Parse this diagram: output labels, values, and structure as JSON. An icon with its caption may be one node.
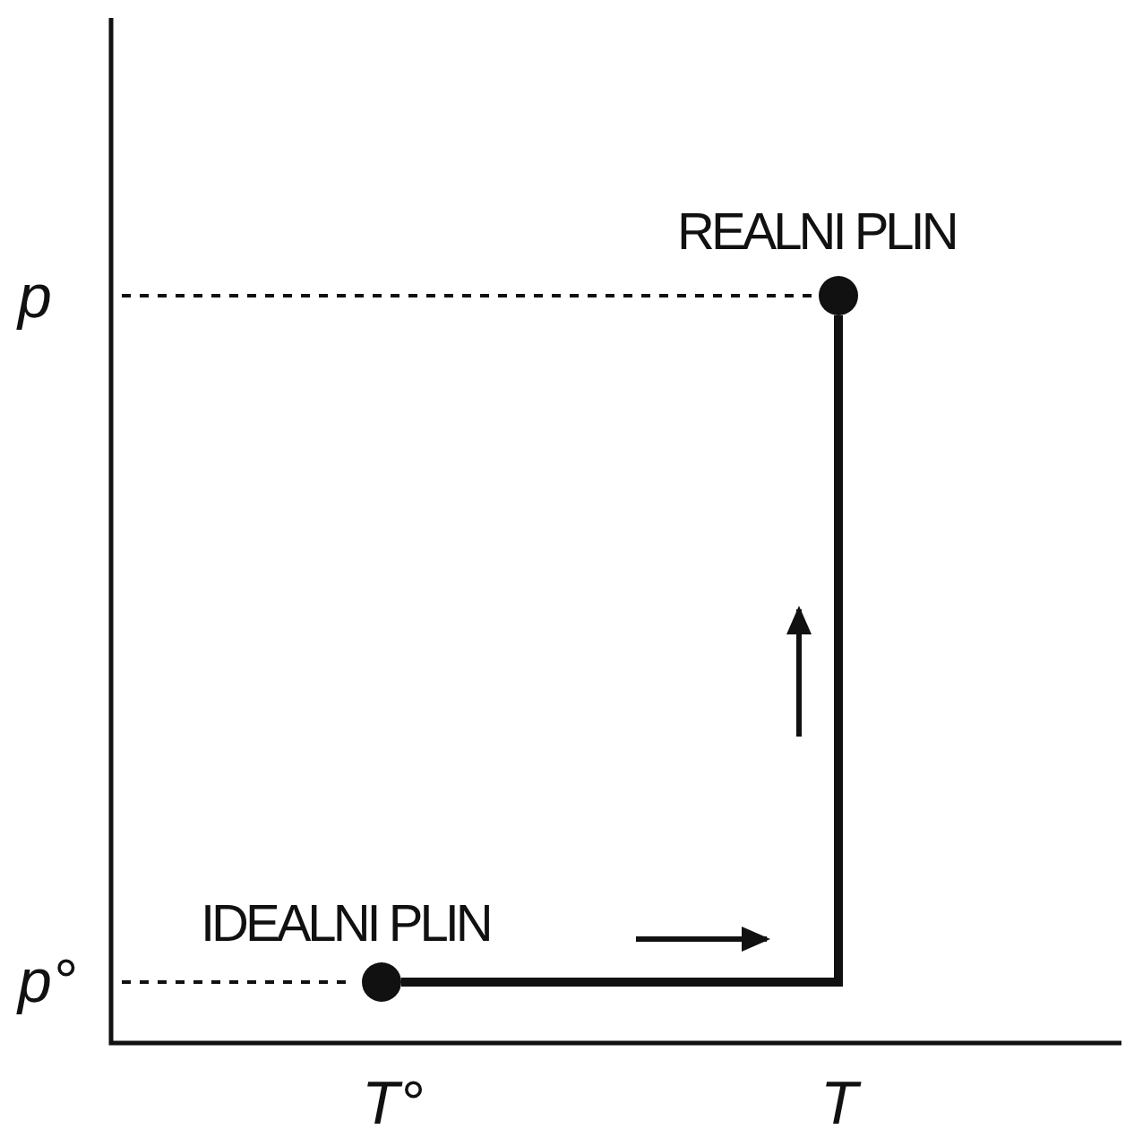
{
  "diagram": {
    "nodes": [
      {
        "text": [],
        "shape": "circle",
        "beside": [
          "IDEALNI PLIN"
        ]
      },
      {
        "text": [],
        "shape": "circle",
        "beside": [
          "REALNI PLIN"
        ]
      }
    ],
    "edges": [
      {
        "from": 0,
        "to": 1,
        "arrow": "none"
      }
    ],
    "labels": [
      "p",
      "p°",
      "T°",
      "T"
    ]
  }
}
